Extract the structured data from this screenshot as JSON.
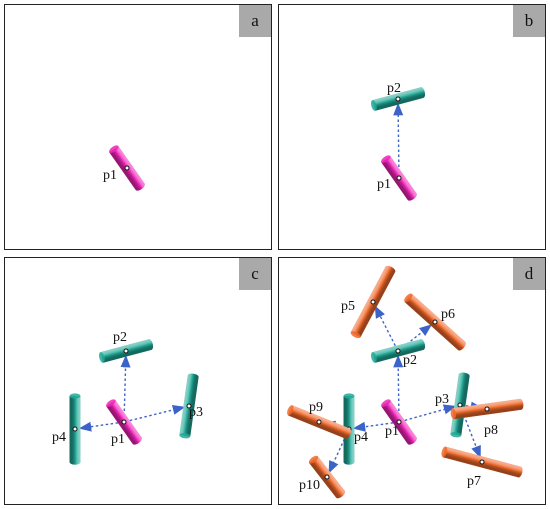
{
  "colors": {
    "magenta": "#f024b8",
    "teal": "#21a896",
    "orange": "#f0692c",
    "arrow": "#3b63c9",
    "tag_bg": "#a9a9a9"
  },
  "panels": [
    {
      "tag": "a",
      "cylinders": [
        {
          "label": "p1",
          "color": "magenta"
        }
      ],
      "arrows": []
    },
    {
      "tag": "b",
      "cylinders": [
        {
          "label": "p1",
          "color": "magenta"
        },
        {
          "label": "p2",
          "color": "teal"
        }
      ],
      "arrows": [
        {
          "from": "p1",
          "to": "p2"
        }
      ]
    },
    {
      "tag": "c",
      "cylinders": [
        {
          "label": "p1",
          "color": "magenta"
        },
        {
          "label": "p2",
          "color": "teal"
        },
        {
          "label": "p3",
          "color": "teal"
        },
        {
          "label": "p4",
          "color": "teal"
        }
      ],
      "arrows": [
        {
          "from": "p1",
          "to": "p2"
        },
        {
          "from": "p1",
          "to": "p3"
        },
        {
          "from": "p1",
          "to": "p4"
        }
      ]
    },
    {
      "tag": "d",
      "cylinders": [
        {
          "label": "p1",
          "color": "magenta"
        },
        {
          "label": "p2",
          "color": "teal"
        },
        {
          "label": "p3",
          "color": "teal"
        },
        {
          "label": "p4",
          "color": "teal"
        },
        {
          "label": "p5",
          "color": "orange"
        },
        {
          "label": "p6",
          "color": "orange"
        },
        {
          "label": "p7",
          "color": "orange"
        },
        {
          "label": "p8",
          "color": "orange"
        },
        {
          "label": "p9",
          "color": "orange"
        },
        {
          "label": "p10",
          "color": "orange"
        }
      ],
      "arrows": [
        {
          "from": "p1",
          "to": "p2"
        },
        {
          "from": "p1",
          "to": "p3"
        },
        {
          "from": "p1",
          "to": "p4"
        },
        {
          "from": "p2",
          "to": "p5"
        },
        {
          "from": "p2",
          "to": "p6"
        },
        {
          "from": "p3",
          "to": "p7"
        },
        {
          "from": "p3",
          "to": "p8"
        },
        {
          "from": "p4",
          "to": "p9"
        },
        {
          "from": "p4",
          "to": "p10"
        }
      ]
    }
  ]
}
